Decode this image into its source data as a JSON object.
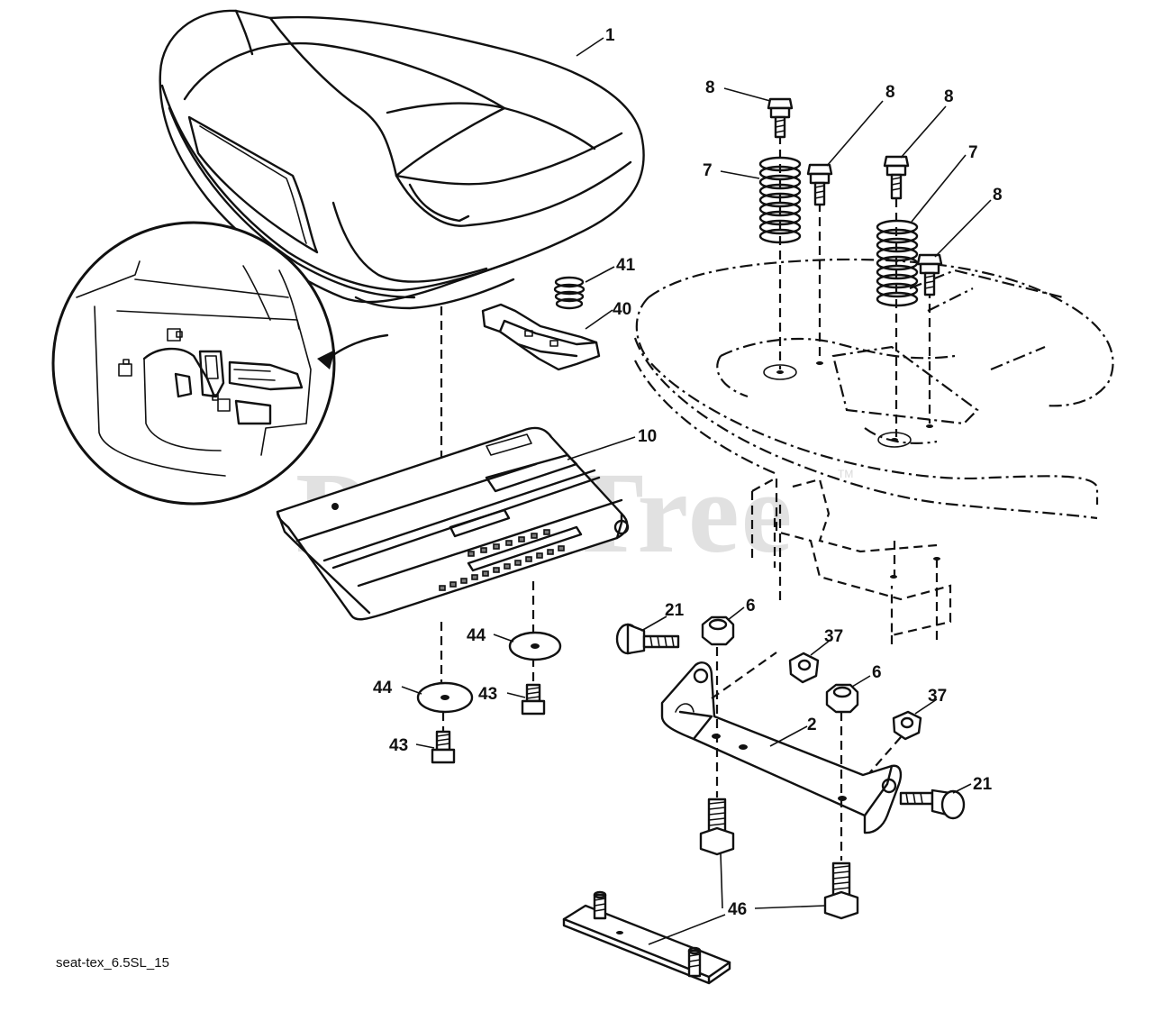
{
  "diagram": {
    "watermark": "PartsTree",
    "watermark_tm": "TM",
    "caption": "seat-tex_6.5SL_15",
    "callouts": [
      {
        "id": "c1",
        "label": "1"
      },
      {
        "id": "c8a",
        "label": "8"
      },
      {
        "id": "c8b",
        "label": "8"
      },
      {
        "id": "c8c",
        "label": "8"
      },
      {
        "id": "c8d",
        "label": "8"
      },
      {
        "id": "c7a",
        "label": "7"
      },
      {
        "id": "c7b",
        "label": "7"
      },
      {
        "id": "c41",
        "label": "41"
      },
      {
        "id": "c40",
        "label": "40"
      },
      {
        "id": "c10",
        "label": "10"
      },
      {
        "id": "c21a",
        "label": "21"
      },
      {
        "id": "c6a",
        "label": "6"
      },
      {
        "id": "c37a",
        "label": "37"
      },
      {
        "id": "c6b",
        "label": "6"
      },
      {
        "id": "c37b",
        "label": "37"
      },
      {
        "id": "c44a",
        "label": "44"
      },
      {
        "id": "c44b",
        "label": "44"
      },
      {
        "id": "c43a",
        "label": "43"
      },
      {
        "id": "c43b",
        "label": "43"
      },
      {
        "id": "c2",
        "label": "2"
      },
      {
        "id": "c21b",
        "label": "21"
      },
      {
        "id": "c46",
        "label": "46"
      }
    ]
  }
}
